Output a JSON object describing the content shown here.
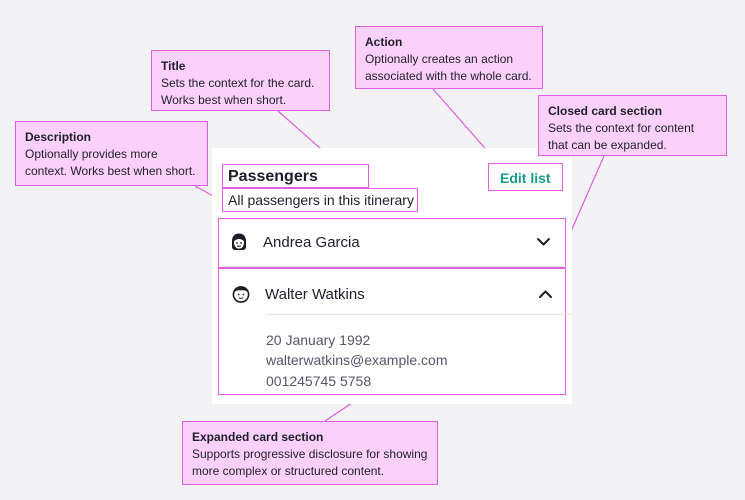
{
  "card": {
    "title": "Passengers",
    "description": "All passengers in this itinerary",
    "action": "Edit list",
    "items": [
      {
        "name": "Andrea Garcia",
        "avatar": "woman-face-icon",
        "expanded": false
      },
      {
        "name": "Walter Watkins",
        "avatar": "man-face-icon",
        "expanded": true,
        "details": [
          "20 January 1992",
          "walterwatkins@example.com",
          "001245745 5758"
        ]
      }
    ]
  },
  "callouts": {
    "title": {
      "heading": "Title",
      "text": "Sets the context for the card. Works best when short."
    },
    "action": {
      "heading": "Action",
      "text": "Optionally creates an action associated with the whole card."
    },
    "description": {
      "heading": "Description",
      "text": "Optionally provides more context. Works best when short."
    },
    "closed": {
      "heading": "Closed card section",
      "text": "Sets the context for content that can be expanded."
    },
    "expanded": {
      "heading": "Expanded card section",
      "text": "Supports progressive disclosure for showing more complex or structured content."
    }
  },
  "colors": {
    "annotation": "#e05ee0",
    "callout_fill": "#fbd1fb",
    "action": "#1a9b8c",
    "background": "#f3f3f5"
  }
}
